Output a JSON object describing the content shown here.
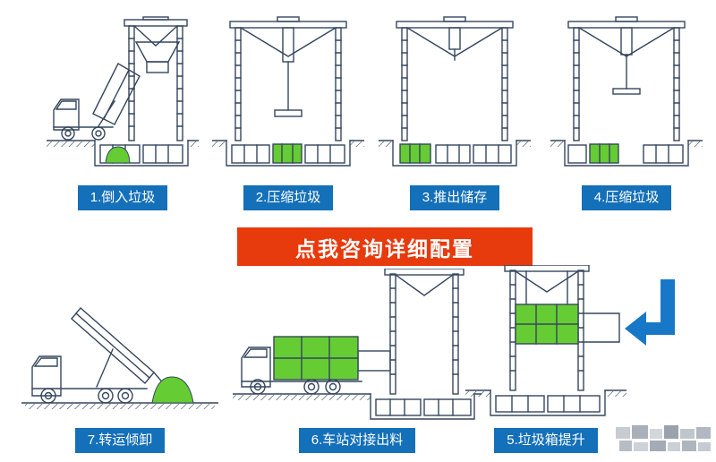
{
  "banner": {
    "label": "点我咨询详细配置"
  },
  "steps": [
    {
      "label": "1.倒入垃圾"
    },
    {
      "label": "2.压缩垃圾"
    },
    {
      "label": "3.推出储存"
    },
    {
      "label": "4.压缩垃圾"
    },
    {
      "label": "5.垃圾箱提升"
    },
    {
      "label": "6.车站对接出料"
    },
    {
      "label": "7.转运倾卸"
    }
  ],
  "colors": {
    "step_label_bg": "#1470b8",
    "banner_bg": "#e73a0d",
    "banner_text": "#ffffff",
    "garbage_highlight": "#66cc33",
    "line_art": "#35465e",
    "flow_arrow": "#1878c8",
    "background": "#ffffff"
  }
}
